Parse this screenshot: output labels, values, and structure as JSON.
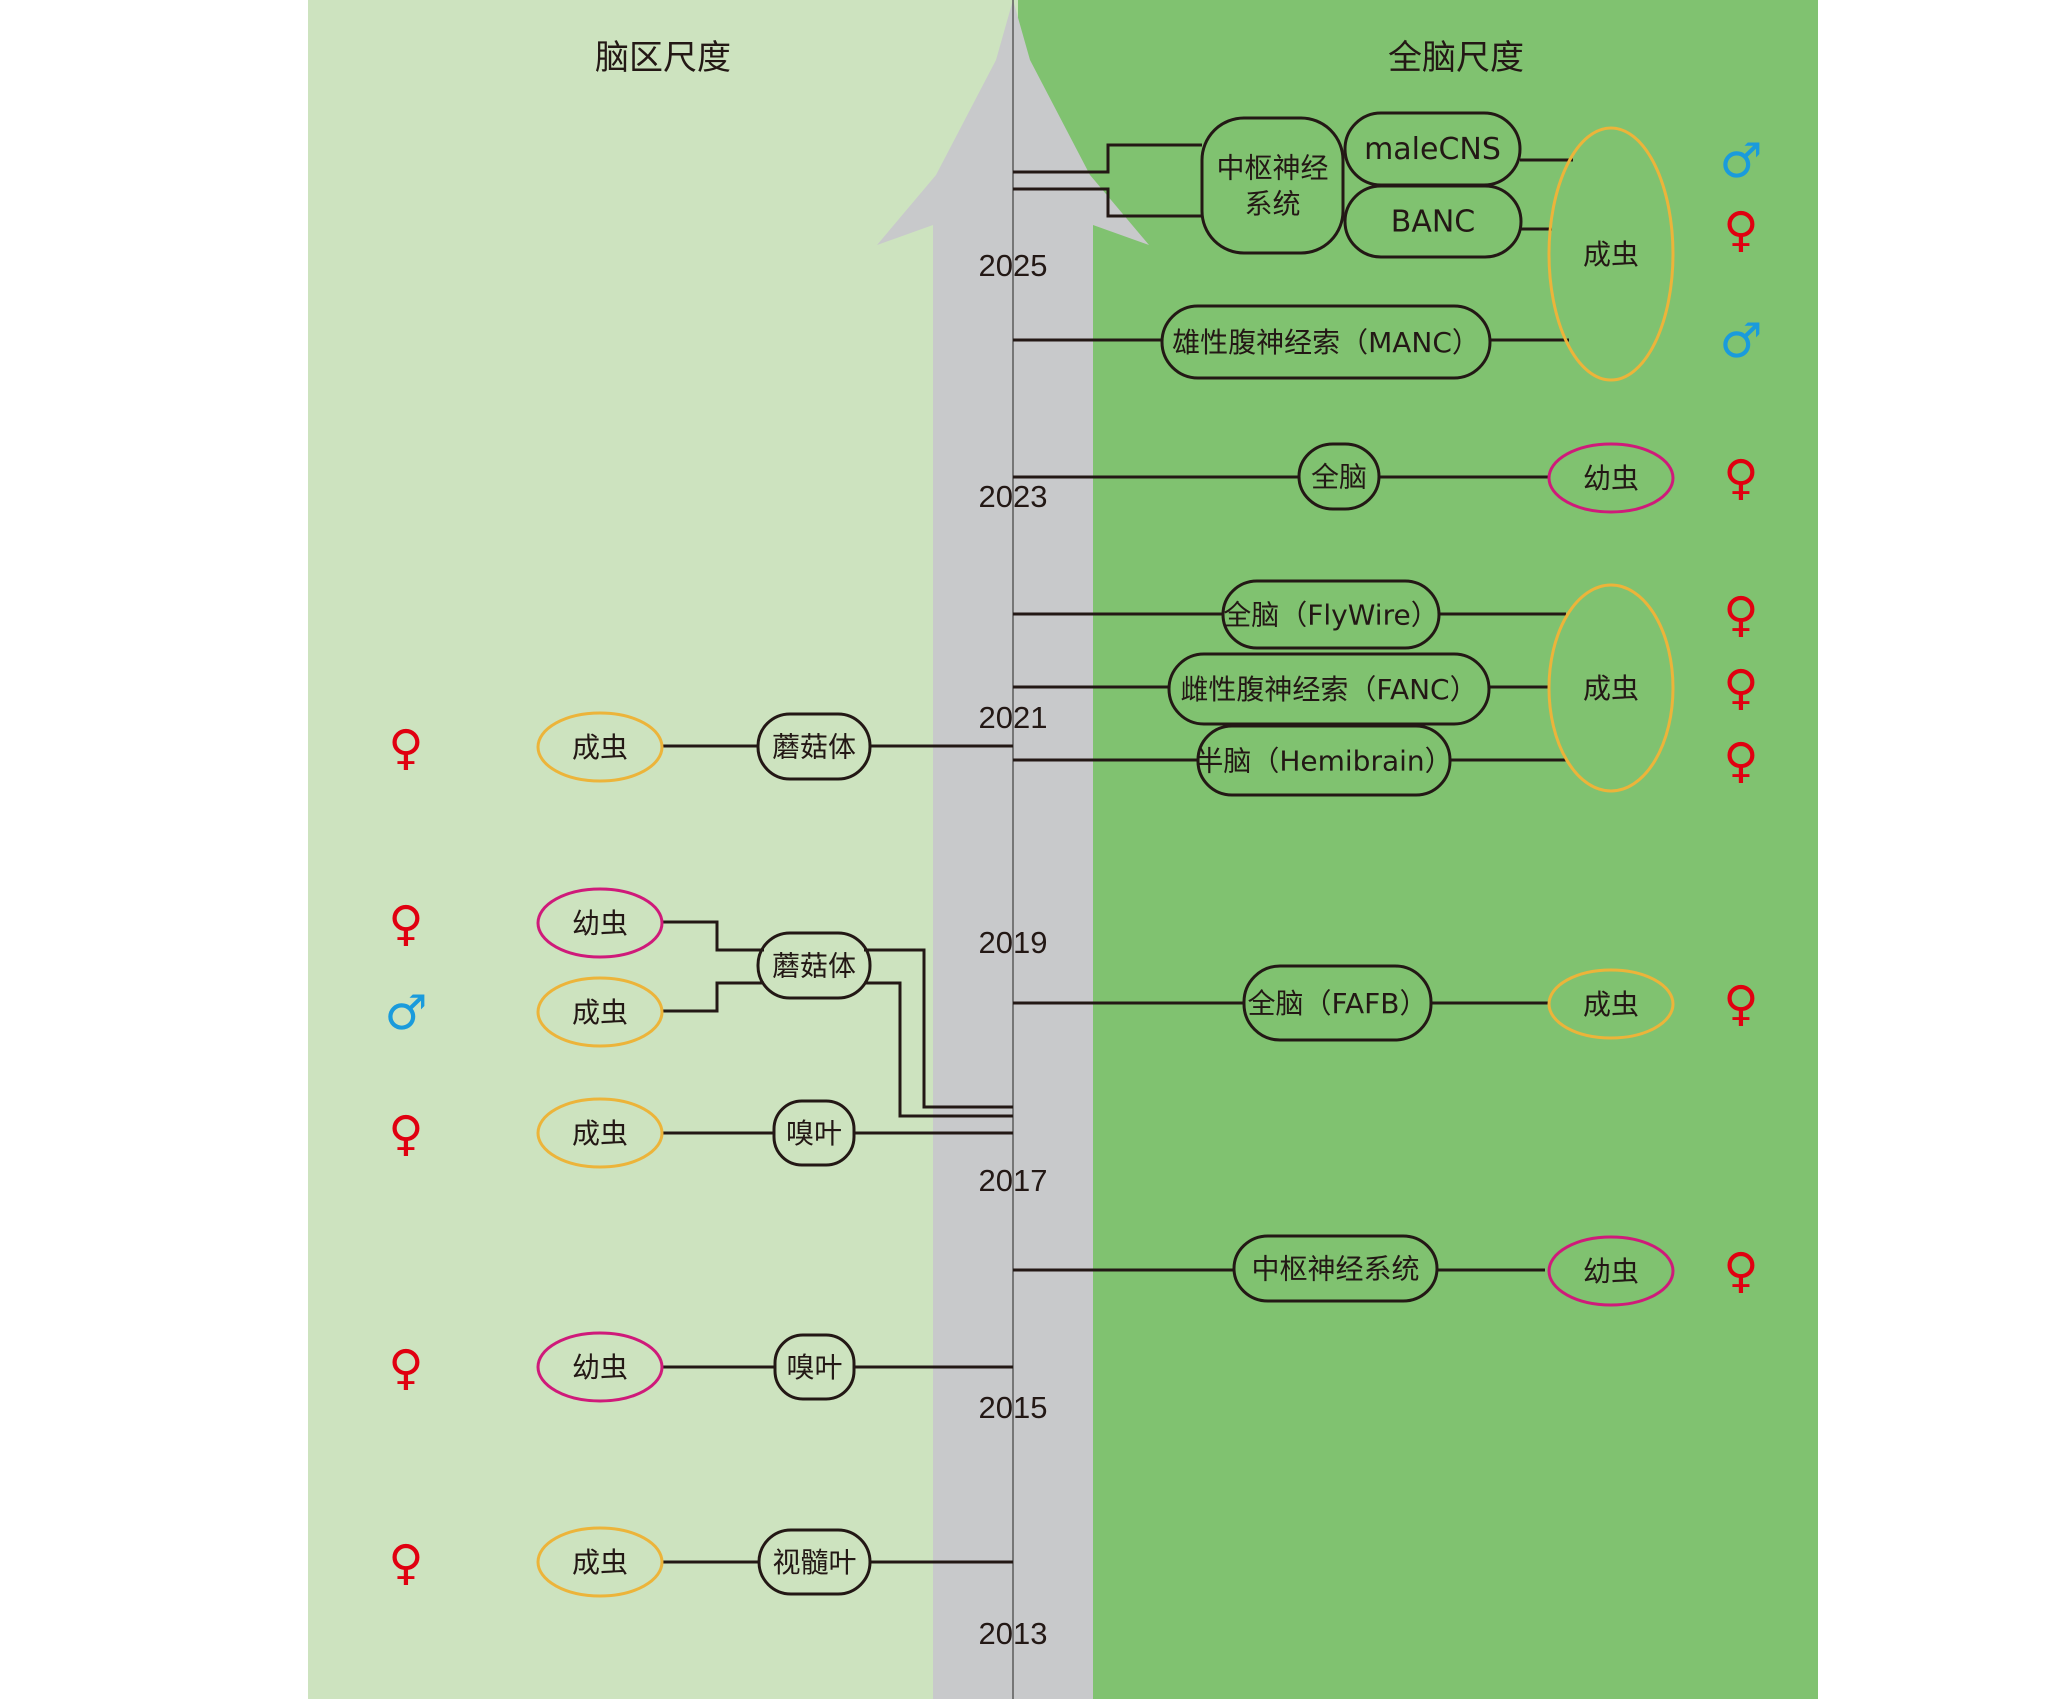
{
  "colors": {
    "region_bg": "#cde3bf",
    "whole_bg": "#80c270",
    "arrow": "#c8c9cb",
    "axis": "#5a5a5a",
    "adult_ring": "#ecb43a",
    "larva_ring": "#cf1a7a",
    "female": "#e00010",
    "male": "#1a9bdc"
  },
  "titles": {
    "region_scale": "脑区尺度",
    "whole_brain_scale": "全脑尺度"
  },
  "years": [
    "2025",
    "2023",
    "2021",
    "2019",
    "2017",
    "2015",
    "2013"
  ],
  "symbols": {
    "female": "♀",
    "male": "♂"
  },
  "region_entries": [
    {
      "structure": "蘑菇体",
      "stage": "成虫",
      "stage_type": "adult",
      "sex": "female"
    },
    {
      "structure": "蘑菇体",
      "stages": [
        {
          "stage": "幼虫",
          "stage_type": "larva",
          "sex": "female"
        },
        {
          "stage": "成虫",
          "stage_type": "adult",
          "sex": "male"
        }
      ]
    },
    {
      "structure": "嗅叶",
      "stage": "成虫",
      "stage_type": "adult",
      "sex": "female"
    },
    {
      "structure": "嗅叶",
      "stage": "幼虫",
      "stage_type": "larva",
      "sex": "female"
    },
    {
      "structure": "视髓叶",
      "stage": "成虫",
      "stage_type": "adult",
      "sex": "female"
    }
  ],
  "whole_entries": [
    {
      "structure": "中枢神经\n系统",
      "datasets": [
        "maleCNS",
        "BANC"
      ],
      "stage": "成虫",
      "sexes": [
        "male",
        "female"
      ]
    },
    {
      "structure": "雄性腹神经索（MANC）",
      "stage": "成虫",
      "sex": "male"
    },
    {
      "structure": "全脑",
      "stage": "幼虫",
      "stage_type": "larva",
      "sex": "female"
    },
    {
      "structure": "全脑（FlyWire）",
      "stage": "成虫",
      "sex": "female"
    },
    {
      "structure": "雌性腹神经索（FANC）",
      "stage": "成虫",
      "sex": "female"
    },
    {
      "structure": "半脑（Hemibrain）",
      "stage": "成虫",
      "sex": "female"
    },
    {
      "structure": "全脑（FAFB）",
      "stage": "成虫",
      "stage_type": "adult",
      "sex": "female"
    },
    {
      "structure": "中枢神经系统",
      "stage": "幼虫",
      "stage_type": "larva",
      "sex": "female"
    }
  ]
}
